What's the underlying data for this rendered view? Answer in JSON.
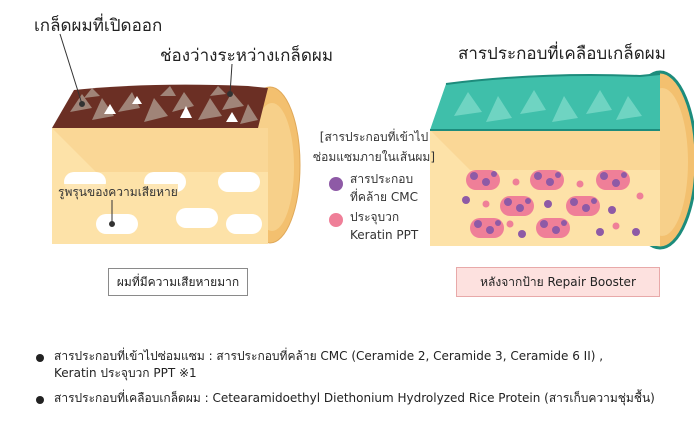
{
  "labels": {
    "cuticle_open": "เกล็ดผมที่เปิดออก",
    "gap_between": "ช่องว่างระหว่างเกล็ดผม",
    "damage_holes": "รูพรุนของความเสียหาย",
    "coating": "สารประกอบที่เคลือบเกล็ดผม",
    "inner_line1": "[สารประกอบที่เข้าไป",
    "inner_line2": "ซ่อมแซมภายในเส้นผม]"
  },
  "legend": [
    {
      "line1": "สารประกอบ",
      "line2": "ที่คล้าย CMC",
      "color": "#8e5aa6"
    },
    {
      "line1": "ประจุบวก",
      "line2": "Keratin PPT",
      "color": "#ef7f98"
    }
  ],
  "captions": {
    "left": "ผมที่มีความเสียหายมาก",
    "right": "หลังจากป้าย Repair Booster"
  },
  "notes": [
    {
      "line1": "สารประกอบที่เข้าไปซ่อมแซม : สารประกอบที่คล้าย CMC (Ceramide 2, Ceramide 3, Ceramide 6 II) ,",
      "line2": "Keratin ประจุบวก PPT ※1"
    },
    {
      "line1": "สารประกอบที่เคลือบเกล็ดผม : Cetearamidoethyl Diethonium Hydrolyzed Rice Protein (สารเก็บความชุ่มชื้น)",
      "line2": ""
    }
  ],
  "colors": {
    "cortex": "#fde2a8",
    "cortex_side": "#f3c06f",
    "cuticle_dark": "#6b2f24",
    "cuticle_light": "#a08478",
    "coating": "#3fbfaa",
    "coating_dark": "#1d8c7c",
    "purple": "#8e5aa6",
    "pink": "#ef7f98"
  }
}
